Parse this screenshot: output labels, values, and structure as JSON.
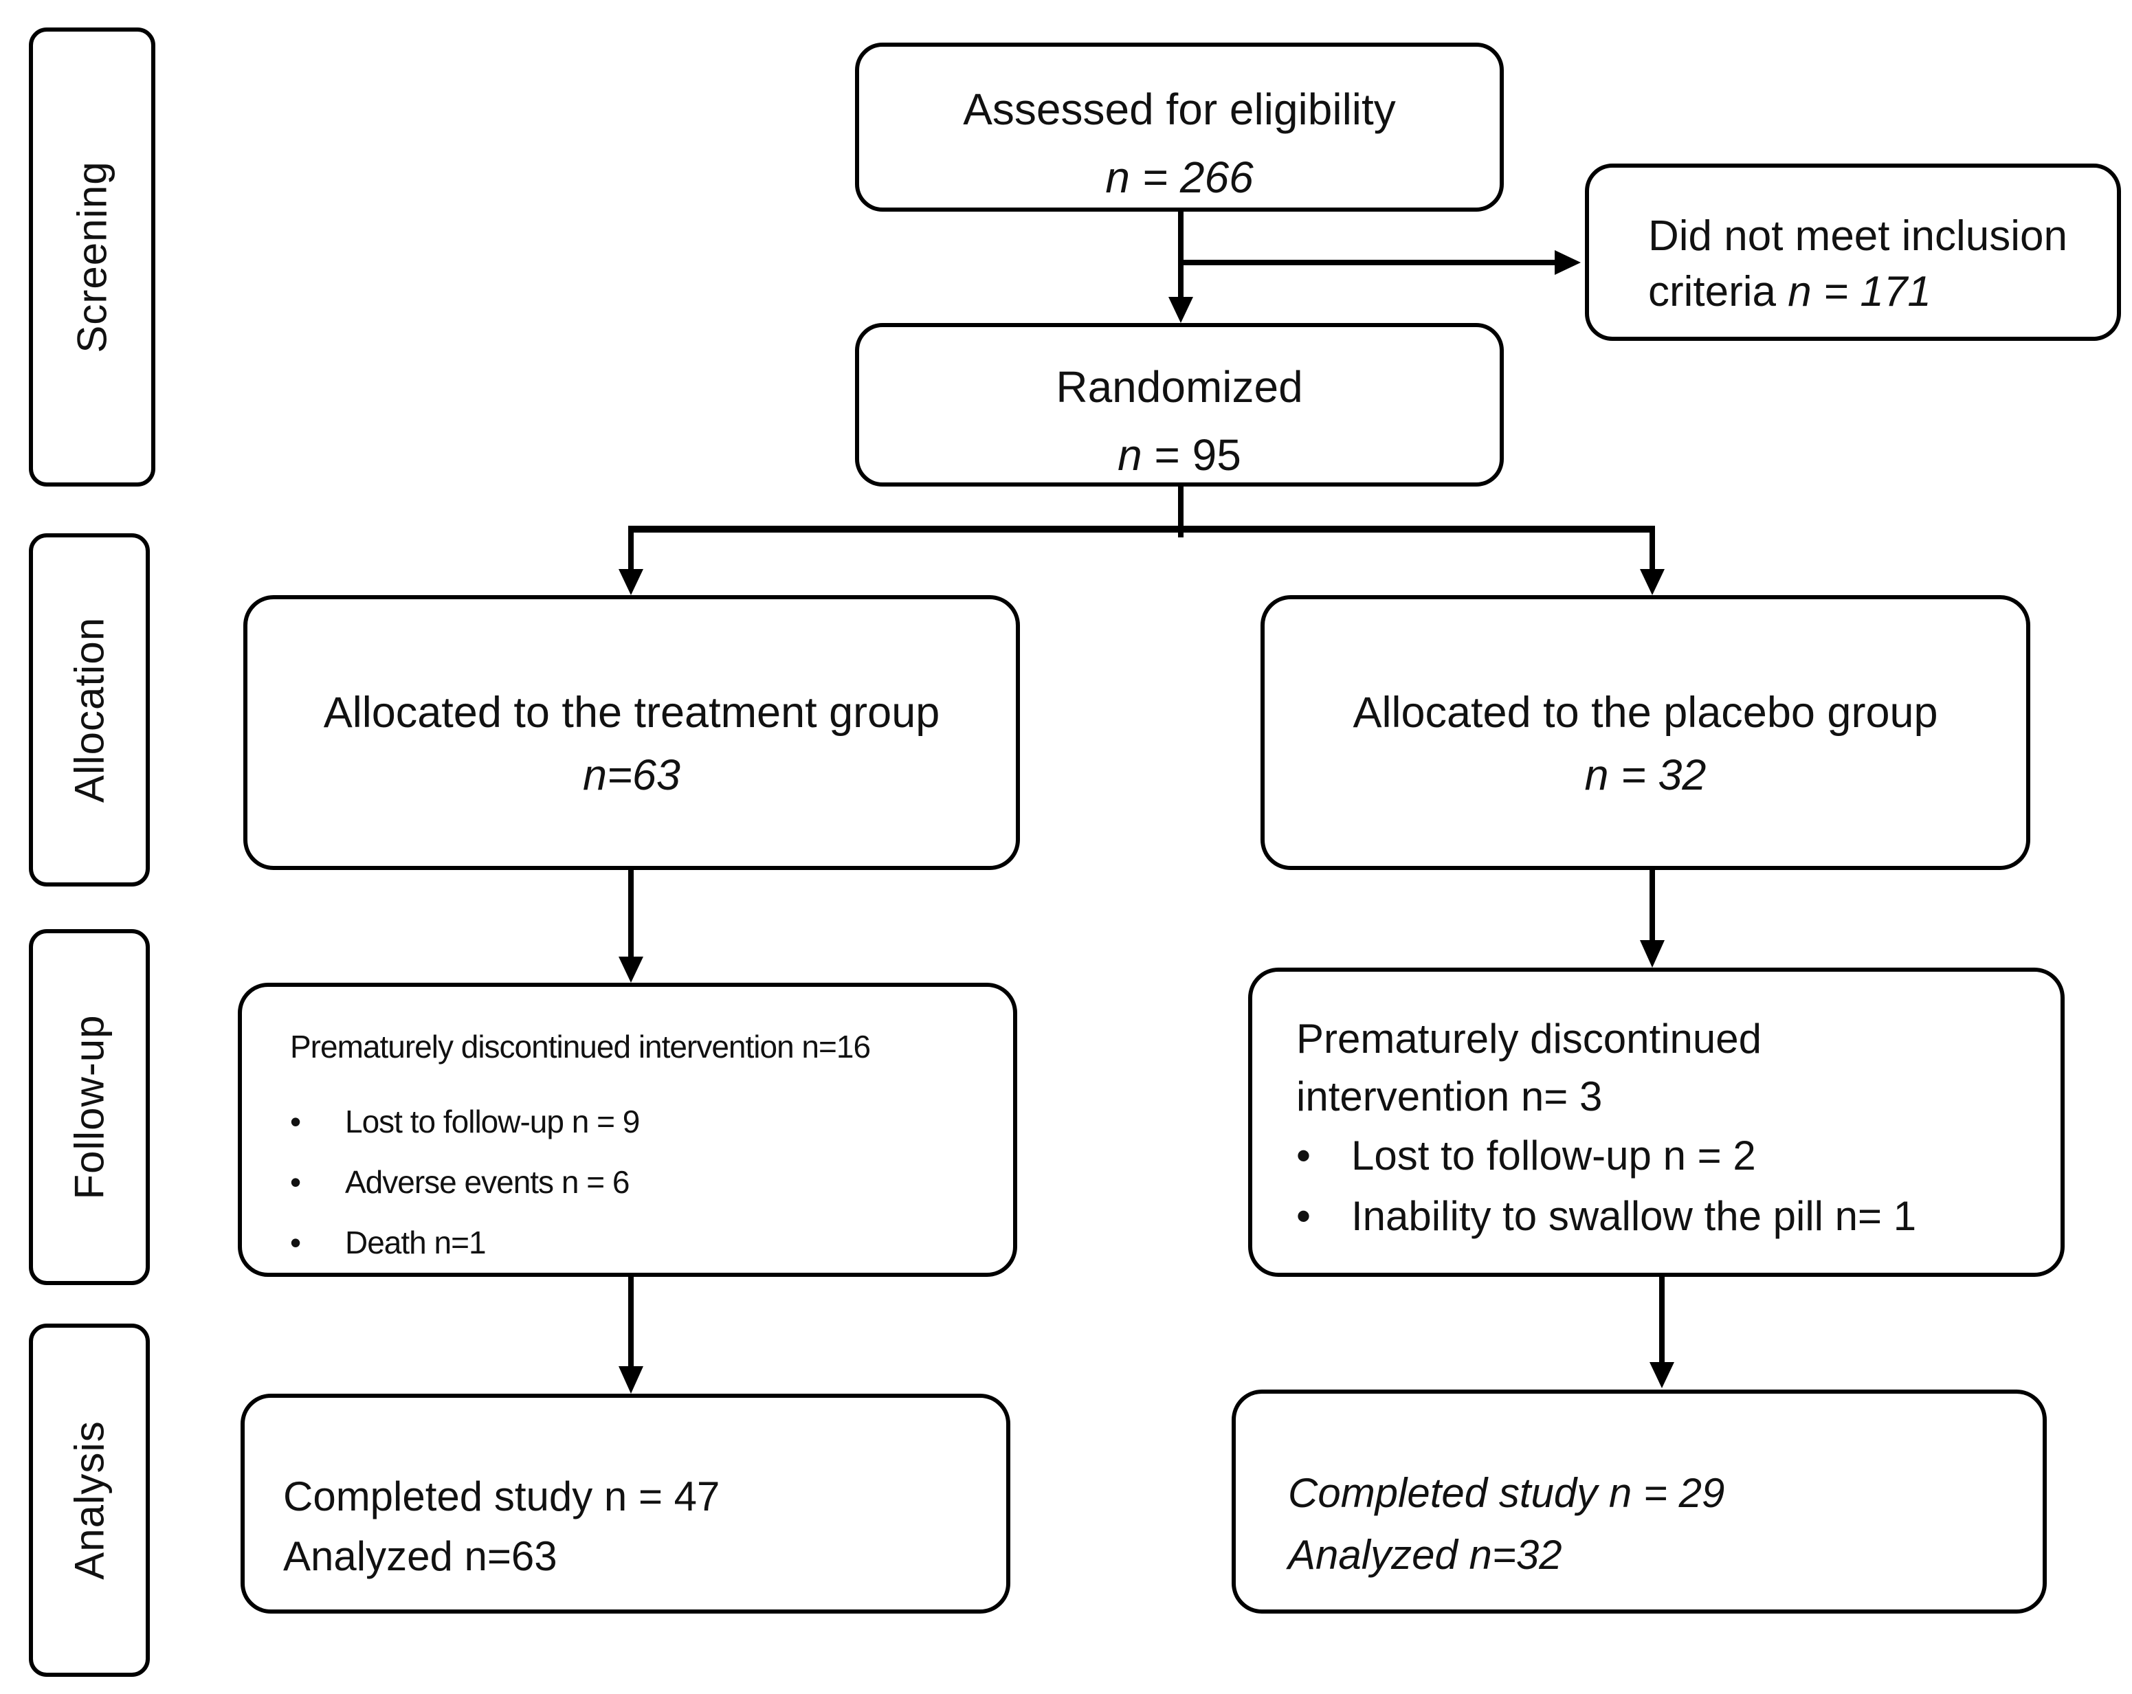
{
  "stages": {
    "screening": "Screening",
    "allocation": "Allocation",
    "follow_up": "Follow-up",
    "analysis": "Analysis"
  },
  "assessed": {
    "label": "Assessed for eligibility",
    "n": "n = 266"
  },
  "excluded": {
    "line1": "Did not meet inclusion",
    "line2_text": "criteria ",
    "n": "n = 171"
  },
  "randomized": {
    "label": "Randomized",
    "n_prefix": "n",
    "n_value": " = 95"
  },
  "treatment": {
    "allocation": {
      "label": "Allocated to the treatment  group",
      "n": "n=63"
    },
    "follow_up": {
      "header": "Prematurely discontinued intervention n=16",
      "items": [
        "Lost to follow-up n = 9",
        " Adverse events n = 6",
        "Death n=1"
      ]
    },
    "analysis": {
      "completed": "Completed study n = 47",
      "analyzed": "Analyzed n=63"
    }
  },
  "placebo": {
    "allocation": {
      "label": "Allocated to the placebo group",
      "n": "n = 32"
    },
    "follow_up": {
      "header_line1": "Prematurely discontinued",
      "header_line2": "intervention  n= 3",
      "items": [
        "Lost to follow-up n = 2",
        "Inability to swallow the pill n= 1"
      ]
    },
    "analysis": {
      "completed": "Completed study n = 29",
      "analyzed": "Analyzed n=32"
    }
  },
  "bullet_glyph": "•"
}
